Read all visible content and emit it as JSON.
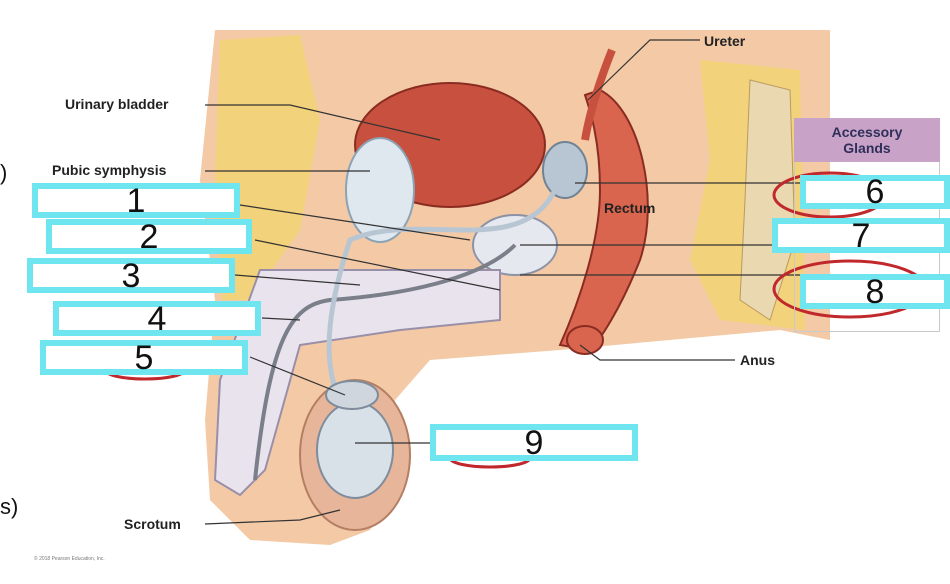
{
  "labels": {
    "ureter": "Ureter",
    "urinary_bladder": "Urinary bladder",
    "pubic_symphysis": "Pubic symphysis",
    "rectum": "Rectum",
    "anus": "Anus",
    "scrotum": "Scrotum"
  },
  "accessory_glands": {
    "line1": "Accessory",
    "line2": "Glands"
  },
  "answer_boxes": [
    "1",
    "2",
    "3",
    "4",
    "5",
    "6",
    "7",
    "8",
    "9"
  ],
  "copyright": "© 2018 Pearson Education, Inc.",
  "edge_marks": {
    "top": ")",
    "bottom": "s)"
  },
  "colors": {
    "box_border": "#6fe6ef",
    "red_oval": "#c0282b",
    "accessory_header": "#c8a3c7",
    "muscle": "#d9654f",
    "fat": "#f2d27a",
    "skin": "#f3c9a6"
  }
}
